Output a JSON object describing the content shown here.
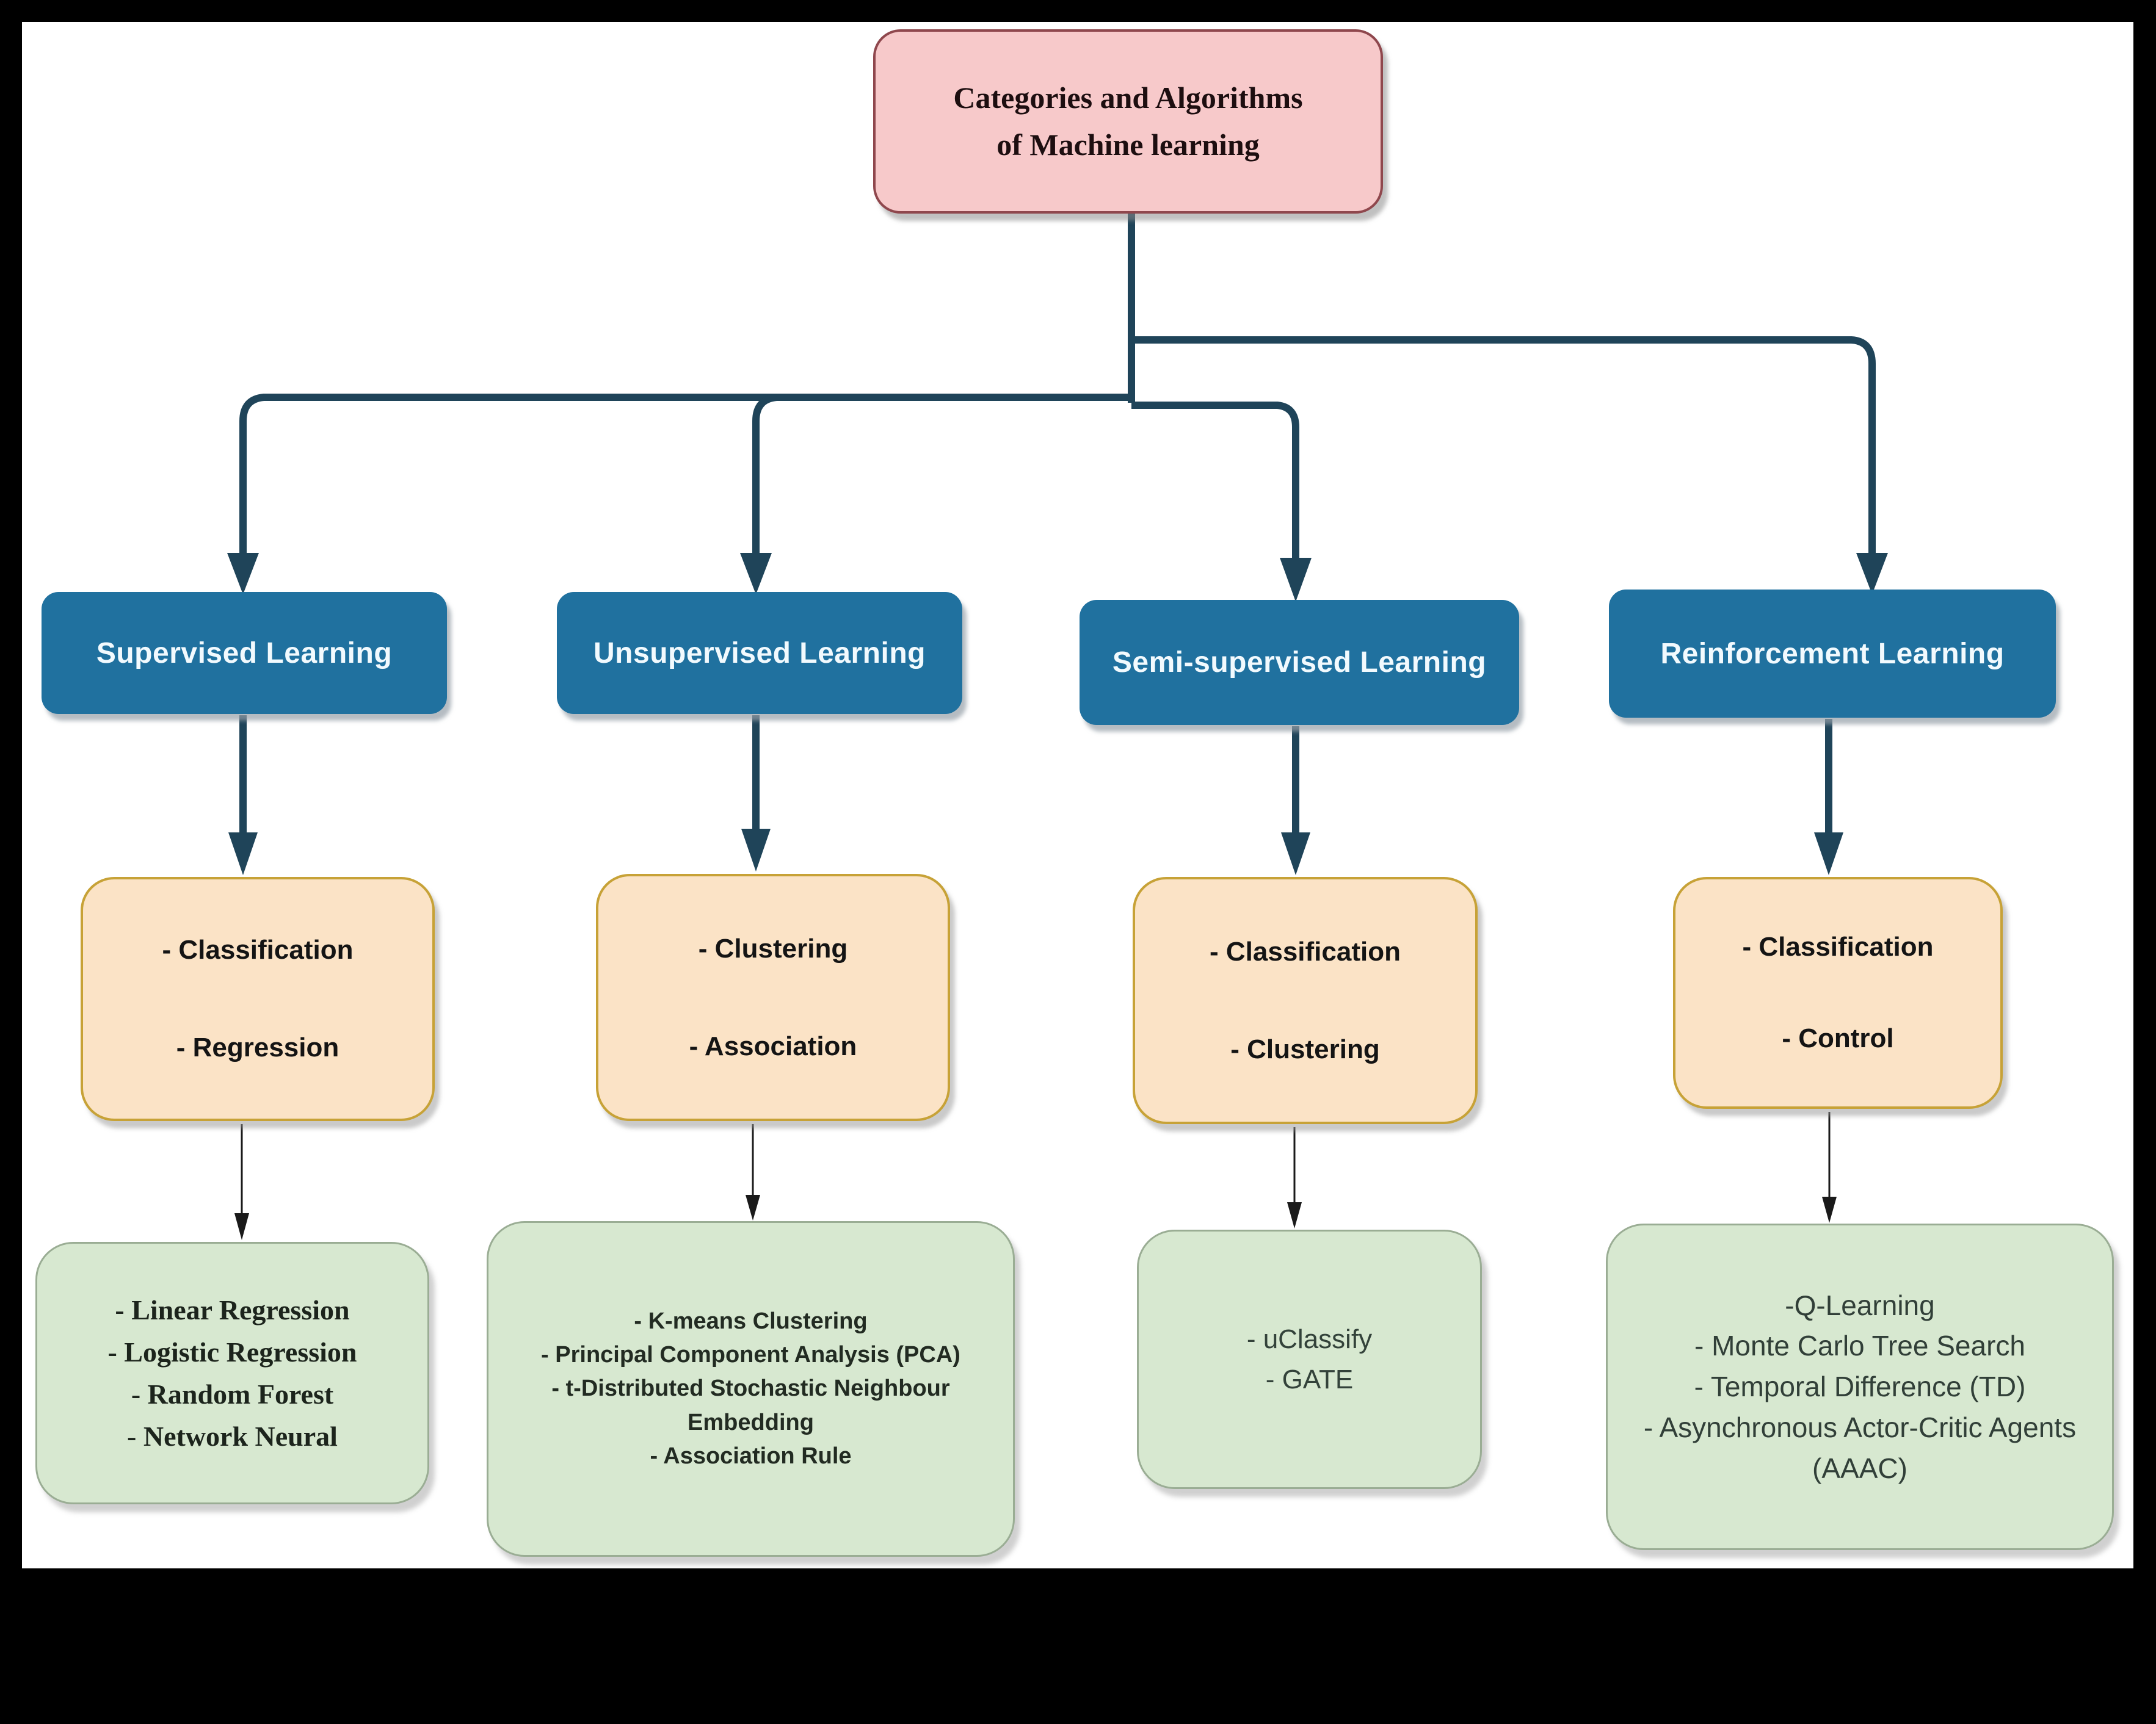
{
  "title": {
    "line1": "Categories and Algorithms",
    "line2": "of Machine learning"
  },
  "branches": [
    {
      "category": "Supervised Learning",
      "types": [
        "- Classification",
        "- Regression"
      ],
      "algorithms": [
        "- Linear Regression",
        "- Logistic Regression",
        "- Random Forest",
        "- Network Neural"
      ]
    },
    {
      "category": "Unsupervised Learning",
      "types": [
        "- Clustering",
        "- Association"
      ],
      "algorithms": [
        "- K-means Clustering",
        "- Principal Component Analysis (PCA)",
        "- t-Distributed Stochastic Neighbour Embedding",
        "- Association Rule"
      ]
    },
    {
      "category": "Semi-supervised Learning",
      "types": [
        "- Classification",
        "- Clustering"
      ],
      "algorithms": [
        "- uClassify",
        "- GATE"
      ]
    },
    {
      "category": "Reinforcement Learning",
      "types": [
        "- Classification",
        "- Control"
      ],
      "algorithms": [
        "-Q-Learning",
        "- Monte Carlo Tree Search",
        "- Temporal Difference (TD)",
        "- Asynchronous Actor-Critic Agents (AAAC)"
      ]
    }
  ],
  "colors": {
    "root_fill": "#f7c9ca",
    "root_border": "#8f474d",
    "category_fill": "#20719f",
    "category_text": "#f2fafe",
    "type_fill": "#fbe3c6",
    "type_border": "#c7a237",
    "algorithm_fill": "#d7e8d0",
    "algorithm_border": "#9aad94",
    "connector_thick": "#1f4459",
    "connector_thin": "#1a1a1a",
    "frame": "#000000",
    "paper": "#ffffff"
  }
}
